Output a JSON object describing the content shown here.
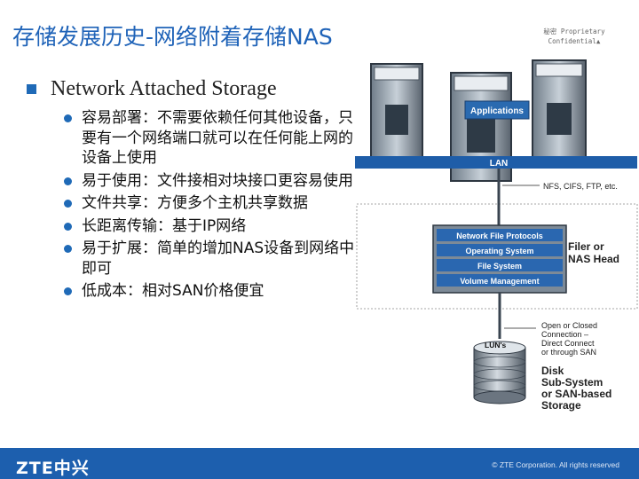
{
  "slide": {
    "title": "存储发展历史-网络附着存储NAS",
    "confidential_line1": "秘密  Proprietary",
    "confidential_line2": "Confidential▲",
    "heading": "Network Attached Storage",
    "bullets": [
      "容易部署：不需要依赖任何其他设备，只要有一个网络端口就可以在任何能上网的设备上使用",
      "易于使用：文件接相对块接口更容易使用",
      "文件共享：方便多个主机共享数据",
      "长距离传输：基于IP网络",
      "易于扩展：简单的增加NAS设备到网络中即可",
      "低成本：相对SAN价格便宜"
    ]
  },
  "diagram": {
    "applications": "Applications",
    "lan": "LAN",
    "protocols_note": "NFS, CIFS, FTP, etc.",
    "stack": [
      "Network File Protocols",
      "Operating System",
      "File System",
      "Volume Management"
    ],
    "filer_line1": "Filer or",
    "filer_line2": "NAS Head",
    "connection_lines": [
      "Open or Closed",
      "Connection –",
      "Direct Connect",
      "or through SAN"
    ],
    "luns": "LUN's",
    "disk_lines": [
      "Disk",
      "Sub-System",
      "or SAN-based",
      "Storage"
    ]
  },
  "footer": {
    "logo": "ZTE中兴",
    "copyright": "© ZTE Corporation. All rights reserved"
  }
}
